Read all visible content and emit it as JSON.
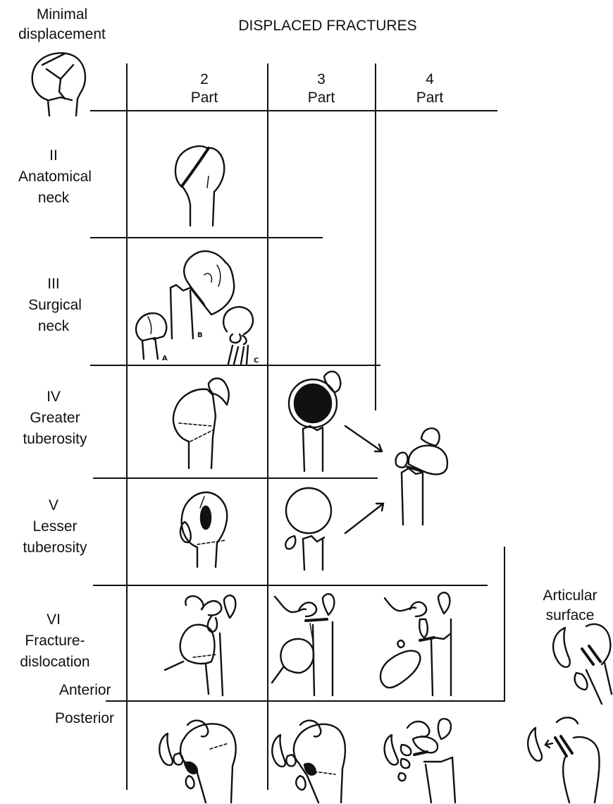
{
  "header": {
    "minimal_displacement_1": "Minimal",
    "minimal_displacement_2": "displacement",
    "displaced_fractures": "DISPLACED FRACTURES"
  },
  "columns": [
    {
      "number": "2",
      "word": "Part"
    },
    {
      "number": "3",
      "word": "Part"
    },
    {
      "number": "4",
      "word": "Part"
    }
  ],
  "rows": [
    {
      "numeral": "II",
      "line1": "Anatomical",
      "line2": "neck"
    },
    {
      "numeral": "III",
      "line1": "Surgical",
      "line2": "neck"
    },
    {
      "numeral": "IV",
      "line1": "Greater",
      "line2": "tuberosity"
    },
    {
      "numeral": "V",
      "line1": "Lesser",
      "line2": "tuberosity"
    },
    {
      "numeral": "VI",
      "line1": "Fracture-",
      "line2": "dislocation"
    }
  ],
  "sublabels": {
    "anterior": "Anterior",
    "posterior": "Posterior",
    "articular_1": "Articular",
    "articular_2": "surface"
  },
  "surgical_neck_letters": {
    "a": "A",
    "b": "B",
    "c": "C"
  }
}
